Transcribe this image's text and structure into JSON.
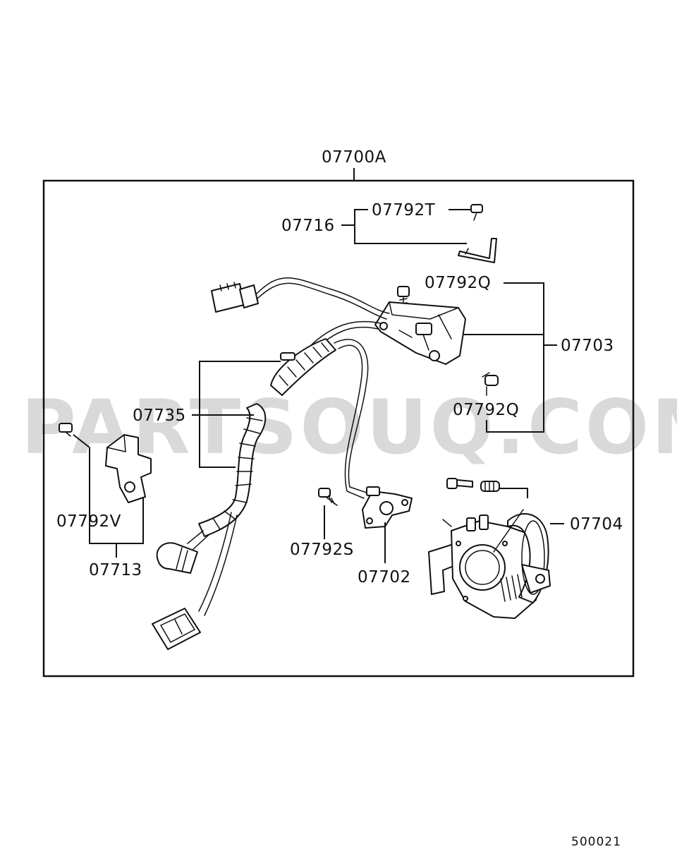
{
  "watermark": "PARTSOUQ.COM",
  "assembly_label": "07700A",
  "part_labels": {
    "p07716": "07716",
    "p07792T": "07792T",
    "p07792Q_top": "07792Q",
    "p07703": "07703",
    "p07792Q_mid": "07792Q",
    "p07735": "07735",
    "p07792V": "07792V",
    "p07713": "07713",
    "p07792S": "07792S",
    "p07702": "07702",
    "p07704": "07704"
  },
  "diagram_number": "500021"
}
